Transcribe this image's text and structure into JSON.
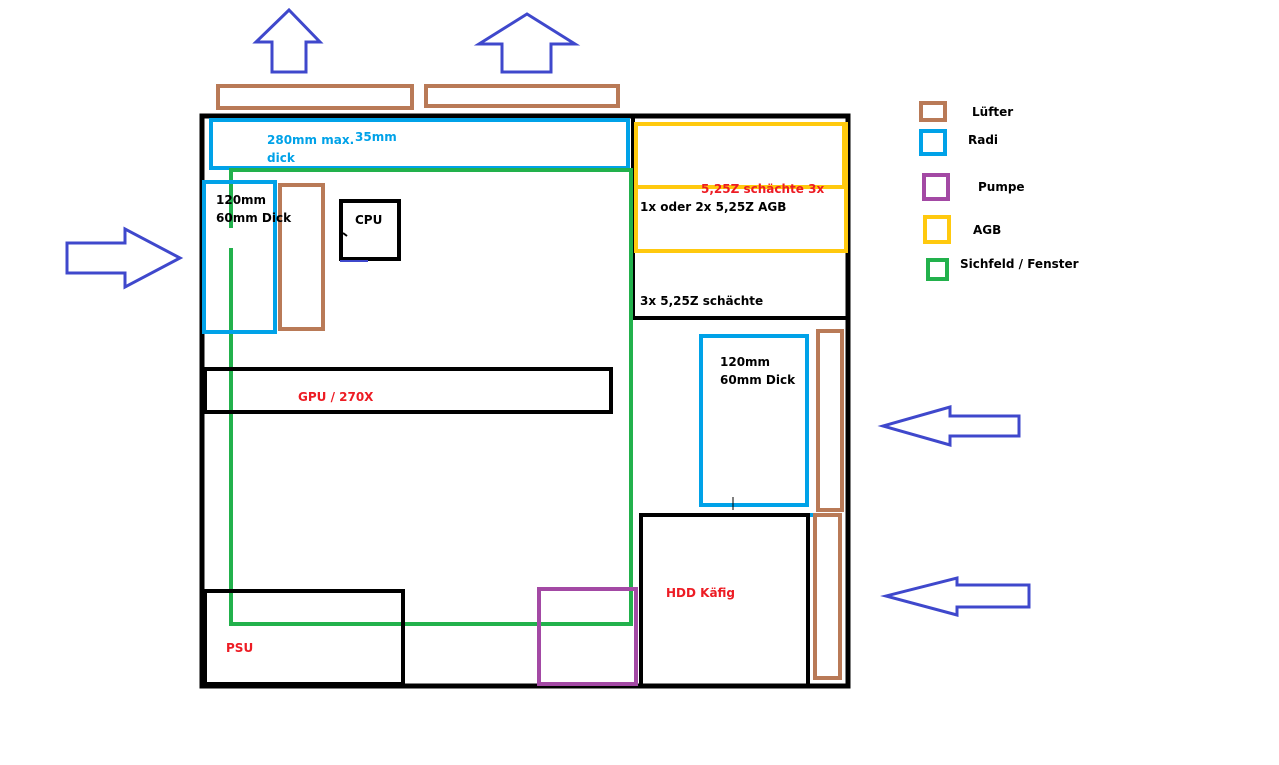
{
  "colors": {
    "fan": "#b97a57",
    "radiator": "#00a2e8",
    "pump": "#a349a4",
    "reservoir": "#ffc90e",
    "window": "#22b14c",
    "case": "#000000",
    "arrow": "#3f48cc",
    "label_red": "#ed1c24",
    "label_blue": "#00a2e8",
    "label_black": "#000000"
  },
  "labels": {
    "top_radiator_size": "280mm max.",
    "top_radiator_thickness": "35mm",
    "top_radiator_dick": "dick",
    "front_radiator_left_1": "120mm",
    "front_radiator_left_2": "60mm Dick",
    "cpu": "CPU",
    "gpu": "GPU / 270X",
    "psu": "PSU",
    "bays_overlap": "5,25Z schächte 3x",
    "reservoir_bays": "1x oder 2x 5,25Z AGB",
    "bays": "3x 5,25Z schächte",
    "front_radiator_right_1": "120mm",
    "front_radiator_right_2": "60mm Dick",
    "hdd_cage": "HDD Käfig"
  },
  "legend": {
    "items": [
      {
        "label": "Lüfter",
        "color_key": "fan"
      },
      {
        "label": "Radi",
        "color_key": "radiator"
      },
      {
        "label": "Pumpe",
        "color_key": "pump"
      },
      {
        "label": "AGB",
        "color_key": "reservoir"
      },
      {
        "label": "Sichfeld / Fenster",
        "color_key": "window"
      }
    ]
  }
}
